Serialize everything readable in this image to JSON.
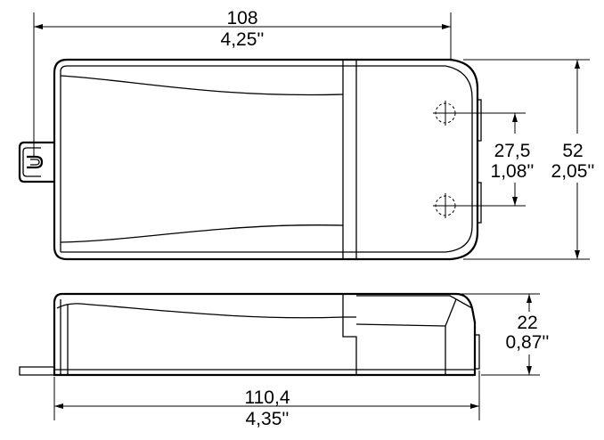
{
  "dimensions": {
    "top_width": {
      "metric": "108",
      "imperial": "4,25''"
    },
    "hole_spacing": {
      "metric": "27,5",
      "imperial": "1,08''"
    },
    "height": {
      "metric": "52",
      "imperial": "2,05''"
    },
    "depth": {
      "metric": "22",
      "imperial": "0,87''"
    },
    "total_length": {
      "metric": "110,4",
      "imperial": "4,35''"
    }
  }
}
